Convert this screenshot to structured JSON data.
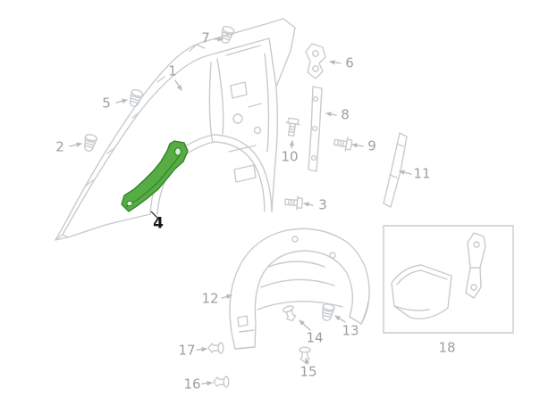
{
  "diagram": {
    "description": "Front fender exploded parts diagram with numbered callouts",
    "selected_part": "4",
    "colors": {
      "background": "#ffffff",
      "line": "#c7cbce",
      "arrow": "#b6bbbe",
      "label": "#9aa0a4",
      "selected_label": "#161616",
      "highlight_fill": "#55ad44",
      "highlight_stroke": "#2e7d26"
    },
    "callouts": {
      "c1": {
        "label": "1"
      },
      "c2": {
        "label": "2"
      },
      "c3": {
        "label": "3"
      },
      "c4": {
        "label": "4"
      },
      "c5": {
        "label": "5"
      },
      "c6": {
        "label": "6"
      },
      "c7": {
        "label": "7"
      },
      "c8": {
        "label": "8"
      },
      "c9": {
        "label": "9"
      },
      "c10": {
        "label": "10"
      },
      "c11": {
        "label": "11"
      },
      "c12": {
        "label": "12"
      },
      "c13": {
        "label": "13"
      },
      "c14": {
        "label": "14"
      },
      "c15": {
        "label": "15"
      },
      "c16": {
        "label": "16"
      },
      "c17": {
        "label": "17"
      },
      "c18": {
        "label": "18"
      }
    }
  }
}
